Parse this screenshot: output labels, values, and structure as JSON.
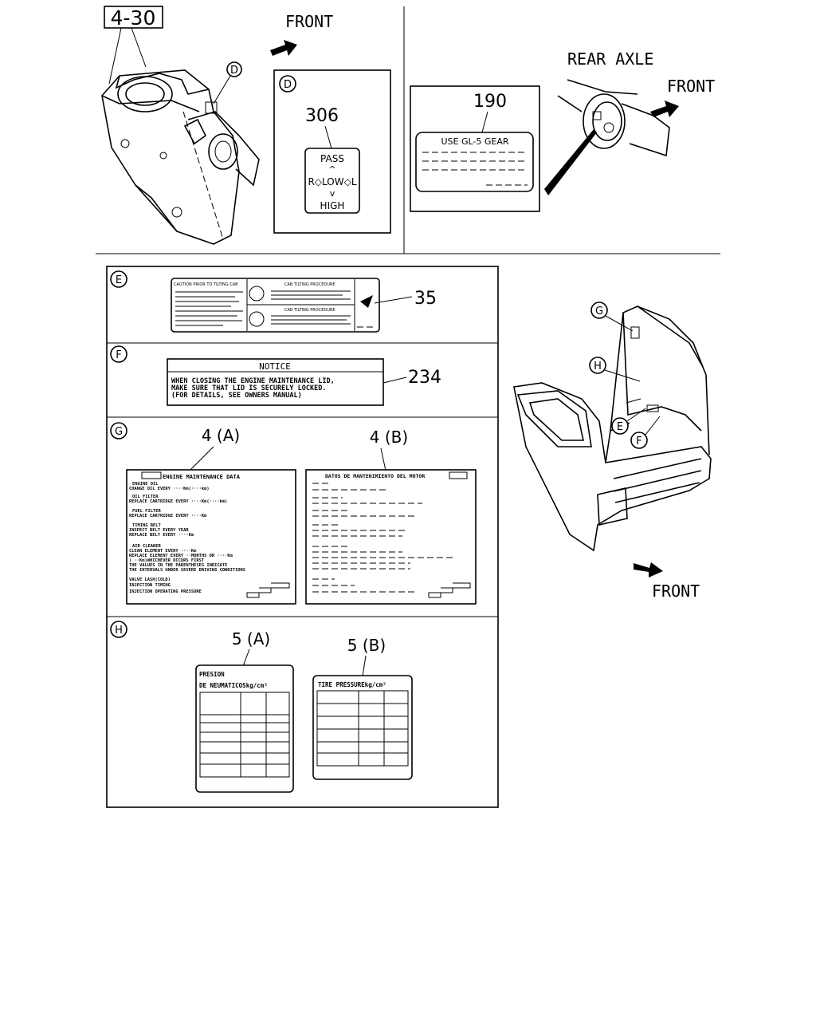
{
  "top_left": {
    "ref_box": "4-30",
    "front": "FRONT",
    "callout_d": "D",
    "label_d": {
      "callout": "D",
      "part_no": "306",
      "pass": "PASS",
      "low": "R◇LOW◇L",
      "high": "HIGH"
    }
  },
  "top_right": {
    "part_no": "190",
    "label_text": "USE GL-5 GEAR",
    "rear_axle": "REAR AXLE",
    "front": "FRONT"
  },
  "section_e": {
    "callout": "E",
    "part_no": "35",
    "header_left": "CAUTION PRIOR TO TILTING CAB",
    "header_r1": "CAB TILTING PROCEDURE",
    "header_r2": "CAB TILTING PROCEDURE"
  },
  "section_f": {
    "callout": "F",
    "part_no": "234",
    "title": "NOTICE",
    "line1": "WHEN CLOSING THE ENGINE MAINTENANCE LID,",
    "line2": "MAKE SURE THAT LID IS SECURELY LOCKED.",
    "line3": "(FOR DETAILS, SEE OWNERS MANUAL)"
  },
  "section_g": {
    "callout": "G",
    "part_a": "4 (A)",
    "part_b": "4 (B)",
    "label_a": {
      "title": "ENGINE MAINTENANCE DATA",
      "lines": [
        "ENGINE OIL",
        "CHANGE OIL EVERY ····Km(····km)",
        "OIL FILTER",
        "REPLACE CARTRIDGE EVERY ····Km(····km)",
        "FUEL FILTER",
        "REPLACE CARTRIDGE EVERY ····Km",
        "TIMING BELT",
        "INSPECT BELT EVERY YEAR",
        "REPLACE BELT EVERY ····Km",
        "AIR CLEANER",
        "CLEAN ELEMENT EVERY ····Km",
        "REPLACE ELEMENT EVERY ··MONTHS OR ····Km",
        "( ··Km)WHICHEVER OCCURS FIRST",
        "THE VALUES IN THE PARENTHESES INDICATE",
        "THE INTERVALS UNDER SEVERE DRIVING CONDITIONS",
        "VALVE LASH(COLD)",
        "INJECTION TIMING",
        "INJECTION OPERATING PRESSURE"
      ]
    },
    "label_b": {
      "title": "DATOS DE MANTENIMIENTO DEL MOTOR"
    }
  },
  "section_h": {
    "callout": "H",
    "part_a": "5 (A)",
    "part_b": "5 (B)",
    "label_a_l1": "PRESION",
    "label_a_l2": "DE NEUMATICOSkg/cm²",
    "label_b_title": "TIRE PRESSUREkg/cm²"
  },
  "cab": {
    "callouts": [
      "G",
      "H",
      "E",
      "F"
    ],
    "front": "FRONT"
  }
}
